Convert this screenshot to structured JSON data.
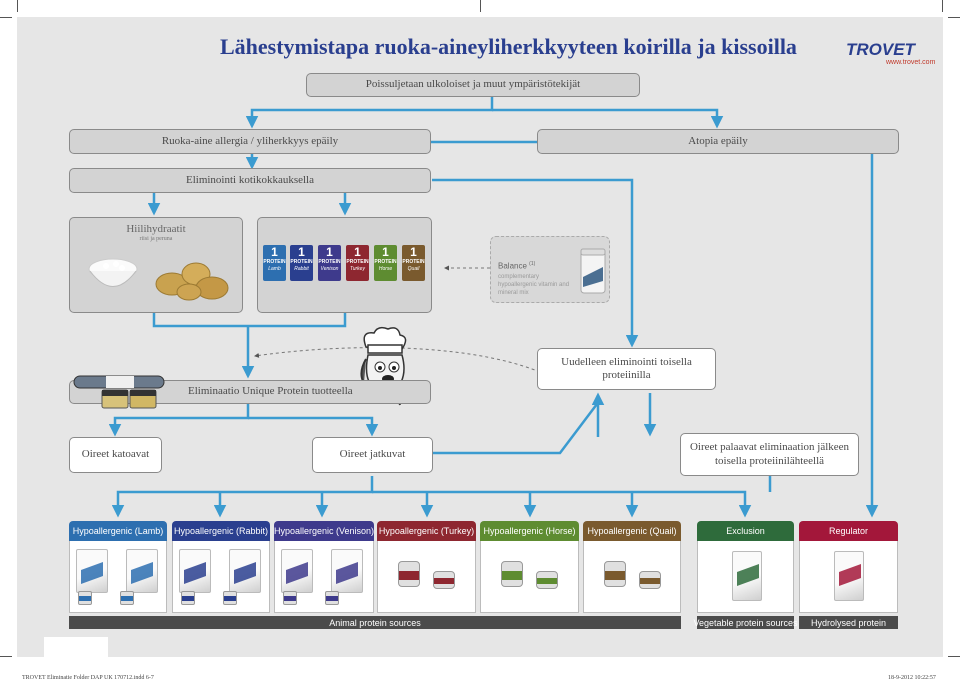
{
  "title": "Lähestymistapa ruoka-aineyliherkkyyteen koirilla ja kissoilla",
  "logo": {
    "word": "TROVET",
    "url": "www.trovet.com"
  },
  "boxes": {
    "exclude": "Poissuljetaan ulkoloiset ja muut ympäristötekijät",
    "food_allergy": "Ruoka-aine allergia / yliherkkyys epäily",
    "atopy": "Atopia epäily",
    "home_elimination": "Eliminointi kotikokkauksella",
    "carbs_title": "Hiilihydraatit",
    "carbs_sub": "riisi ja peruna",
    "unique_protein": "Eliminaatio Unique Protein tuotteella",
    "re_elimination": "Uudelleen eliminointi toisella proteiinilla",
    "symptoms_gone": "Oireet katoavat",
    "symptoms_continue": "Oireet jatkuvat",
    "symptoms_return": "Oireet palaavat eliminaation jälkeen toisella proteiinilähteellä"
  },
  "protein_cards": [
    {
      "num": "1",
      "word": "PROTEIN",
      "name": "Lamb",
      "color": "#2d6fb0"
    },
    {
      "num": "1",
      "word": "PROTEIN",
      "name": "Rabbit",
      "color": "#2a3f8f"
    },
    {
      "num": "1",
      "word": "PROTEIN",
      "name": "Venison",
      "color": "#3e3a8c"
    },
    {
      "num": "1",
      "word": "PROTEIN",
      "name": "Turkey",
      "color": "#8e2730"
    },
    {
      "num": "1",
      "word": "PROTEIN",
      "name": "Horse",
      "color": "#5e8c31"
    },
    {
      "num": "1",
      "word": "PROTEIN",
      "name": "Quail",
      "color": "#7a5a2e"
    }
  ],
  "balance": {
    "title": "Balance",
    "sup": "(1)",
    "sub": "complementary hypoallergenic vitamin and mineral mix"
  },
  "products": [
    {
      "label": "Hypoallergenic (Lamb)",
      "color": "#2d6fb0"
    },
    {
      "label": "Hypoallergenic (Rabbit)",
      "color": "#2a3f8f"
    },
    {
      "label": "Hypoallergenic (Venison)",
      "color": "#3e3a8c"
    },
    {
      "label": "Hypoallergenic (Turkey)",
      "color": "#8e2730"
    },
    {
      "label": "Hypoallergenic (Horse)",
      "color": "#5e8c31"
    },
    {
      "label": "Hypoallergenic (Quail)",
      "color": "#7a5a2e"
    },
    {
      "label": "Exclusion",
      "color": "#2e6b3b"
    },
    {
      "label": "Regulator",
      "color": "#a3173a"
    }
  ],
  "footer_groups": {
    "animal": "Animal protein sources",
    "vegetable": "Vegetable protein sources",
    "hydrolysed": "Hydrolysed protein"
  },
  "print_footer": {
    "left": "TROVET Eliminatie Folder DAP UK 170712.indd 6-7",
    "right": "18-9-2012 10:22:57"
  },
  "colors": {
    "arrow": "#3b9bd0",
    "title": "#2a3f8f"
  }
}
